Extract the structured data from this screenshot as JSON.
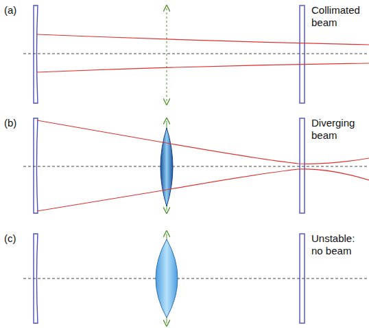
{
  "diagram": {
    "labels": [
      "(a)",
      "Collimated beam",
      "(b)",
      "Diverging beam",
      "(c)",
      "Unstable: no beam"
    ]
  }
}
